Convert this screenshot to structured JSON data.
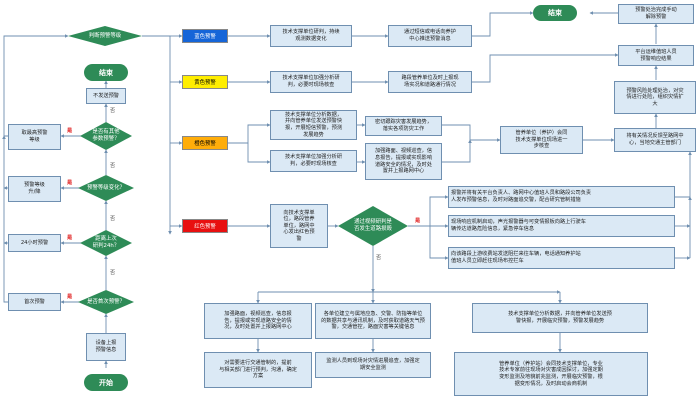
{
  "colors": {
    "box_fill": "#dbe9f5",
    "box_border": "#6f8fb0",
    "diamond": "#2e8b57",
    "line": "#6f8fb0",
    "blue": "#1565d8",
    "yellow": "#ffee00",
    "orange": "#ffad0a",
    "red": "#e81010",
    "yes_label": "#e02020"
  },
  "terminals": {
    "start": "开始",
    "end_left": "结束",
    "end_top": "结束"
  },
  "decisions": {
    "judge_level": "判断预警等级",
    "other_levels": "是否有其他\n参数预警？",
    "level_change": "预警等级变化？",
    "time_24h": "距离上次\n研判24h？",
    "first_warning": "是否首次预警？",
    "impact_highway": "通过视频研判是\n否发生道路损毁"
  },
  "levels": {
    "blue": "蓝色预警",
    "yellow": "黄色预警",
    "orange": "橙色预警",
    "red": "红色预警"
  },
  "left_boxes": {
    "no_warning": "不发送预警",
    "take_highest": "取最高预警\n等级",
    "level_up_down": "预警等级\n升/降",
    "every_24h": "24小时预警",
    "first": "首次预警",
    "device_upload": "设备上报\n预警信息"
  },
  "level_boxes": {
    "blue_action": "技术支撑单位研判，持续\n观测数据变化",
    "blue_notice": "通过短信或电话向养护\n中心推送预警消息",
    "yellow_action": "技术支撑单位加强分析研\n判，必要时现场核查",
    "yellow_notice": "路段管养单位及时上报现\n场实况和道路通行情况",
    "orange_action1": "技术支撑单位分析数据，\n并向管养单位发送预警快\n报，开展短信预警，预测\n发展趋势",
    "orange_action2": "技术支撑单位加强分析研\n判，必要时现场核查",
    "orange_notice1": "密切跟踪灾害发展趋势，\n落实各项防灾工作",
    "orange_notice2": "加强路面、视频巡查，信\n息报告，提报或实现影响\n道路安全的情况，及时处\n置并上报路网中心",
    "red_action": "向技术支撑单\n位，路段管养\n单位，路网中\n心发出红色预\n警",
    "meeting": "管养单位（养护）会同\n技术支撑单位现场进一\n步核查"
  },
  "right_column": {
    "lift_warning": "预警处治完成手动\n解除预警",
    "platform_response": "平台运维值班人员\n预警响应结果",
    "trend_analysis": "预警风险处理处治，对灾\n情进行处险，组织灾情扩\n大",
    "report_upward": "将有关情况反馈至路网中\n心，当地交通主管部门"
  },
  "red_branch": {
    "step1": "报警并将有关平台负责人、路网中心值班人员和路段公司负责\n人发布预警信息，及时对路面追交警，配合研究管制措施",
    "step2": "现场响应机制启动，声光报警器与可变情报板向路上行驶车\n辆传达道路危险信息，紧急停车信息",
    "step3": "向该路段上游收费站发送阻拦来往车辆，电话通知养护站\n值班人员立即赶往现场布控拦车"
  },
  "bottom": {
    "b1": "加强路面，视频巡查，信息报\n告，提报或实现道路安全的情\n况，及时处置并上报路网中心",
    "b2": "对需要进行交通管制的，提前\n与相关部门进行预判，沟通，确定\n方案",
    "b3": "各单位建立与属地应急、交警、防指等单位\n的数据共享与通讯机制，及时获取道路天气预\n警，交通管控，路面灾害等关键信息",
    "b4": "监测人员到现场对灾情进展追查，加强定\n期安全监测",
    "b5": "技术支撑单位分析数据，并向管养单位发送预\n警快报，开展临灾预警，预警发展趋势",
    "b6": "管养单位（养护站）会同技术支撑单位，专业\n技术专家前往现场对灾害成因探讨，加强定期\n变形监测及地貌前兆监测，开展临灾预警，根\n据变形情况，及时启动会商机制"
  },
  "labels": {
    "yes": "是",
    "no": "否"
  }
}
